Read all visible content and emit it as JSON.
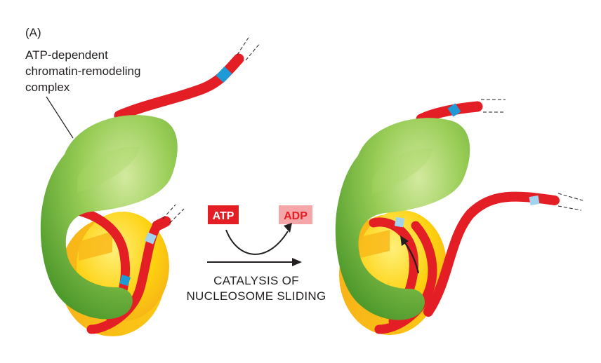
{
  "panel_label": "(A)",
  "complex_label": {
    "line1": "ATP-dependent",
    "line2": "chromatin-remodeling",
    "line3": "complex"
  },
  "reaction": {
    "input": "ATP",
    "output": "ADP",
    "caption_line1": "CATALYSIS OF",
    "caption_line2": "NUCLEOSOME SLIDING"
  },
  "colors": {
    "dna": "#e31e24",
    "dna_marker": "#1e9ad6",
    "dna_marker_light": "#9fd3ee",
    "remodeler": "#8dc63f",
    "histone": "#fdd10f",
    "atp_box": "#e31e24",
    "adp_box": "#f4a6a8"
  }
}
